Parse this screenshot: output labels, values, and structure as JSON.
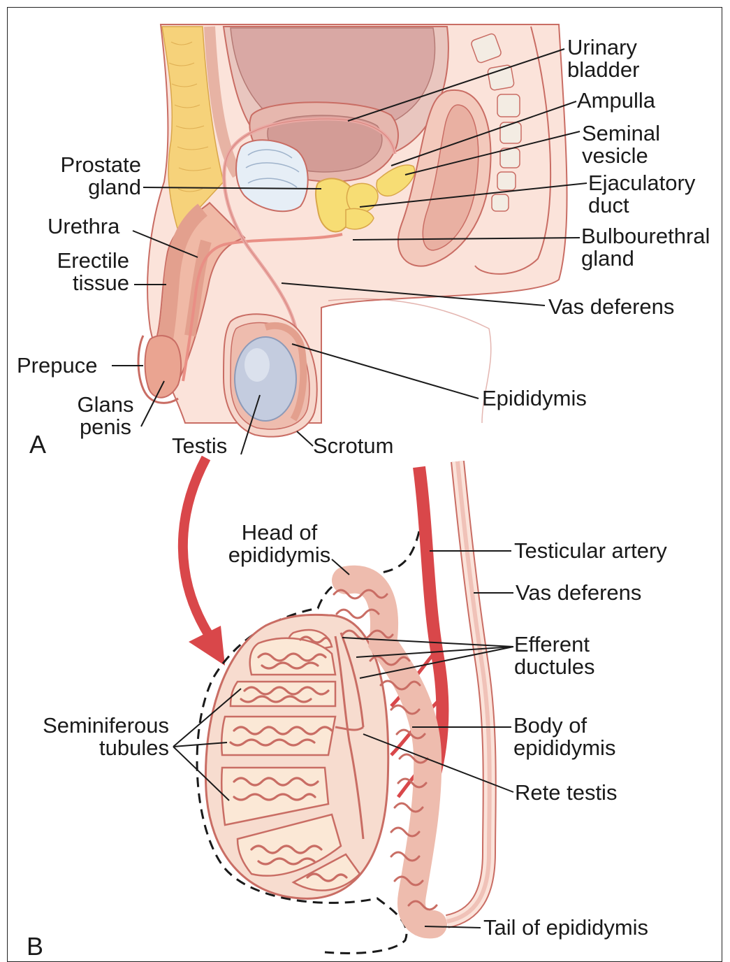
{
  "panel_a": {
    "letter": "A",
    "labels": {
      "urinary_bladder": "Urinary\nbladder",
      "ampulla": "Ampulla",
      "seminal_vesicle": "Seminal\nvesicle",
      "ejaculatory_duct": "Ejaculatory\nduct",
      "bulbourethral_gland": "Bulbourethral\ngland",
      "vas_deferens": "Vas deferens",
      "epididymis": "Epididymis",
      "scrotum": "Scrotum",
      "testis": "Testis",
      "prostate_gland": "Prostate\ngland",
      "urethra": "Urethra",
      "erectile_tissue": "Erectile\ntissue",
      "prepuce": "Prepuce",
      "glans_penis": "Glans\npenis"
    }
  },
  "panel_b": {
    "letter": "B",
    "labels": {
      "head_of_epididymis": "Head of\nepididymis",
      "testicular_artery": "Testicular artery",
      "vas_deferens": "Vas deferens",
      "efferent_ductules": "Efferent\nductules",
      "body_of_epididymis": "Body of\nepididymis",
      "rete_testis": "Rete testis",
      "seminiferous_tubules": "Seminiferous\ntubules",
      "tail_of_epididymis": "Tail of epididymis"
    }
  },
  "colors": {
    "skin": "#fbe3da",
    "tissue": "#f0b9a6",
    "tissue_dark": "#d98f7c",
    "outline": "#c96d64",
    "artery": "#d9474a",
    "bladder": "#d9a8a4",
    "gland_yellow": "#f7dd74",
    "fat_yellow": "#f6d27a",
    "testis_blue": "#c4ccdf",
    "bone": "#f3ece3",
    "leader": "#1a1a1a"
  }
}
